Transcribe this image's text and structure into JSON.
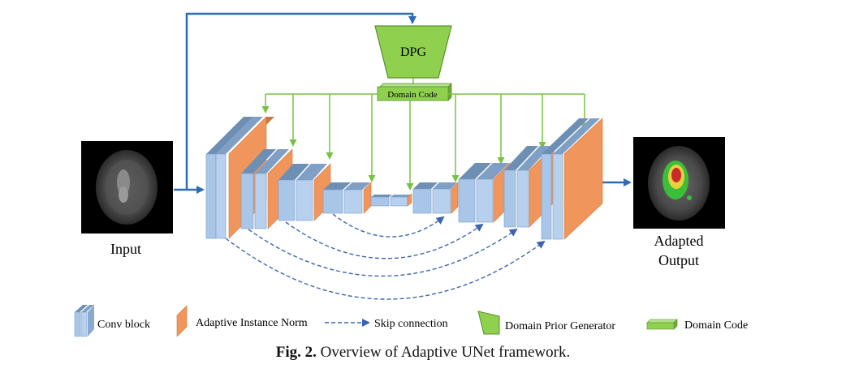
{
  "diagram": {
    "dpg_label": "DPG",
    "domain_code_label": "Domain Code",
    "input_label": "Input",
    "output_label_line1": "Adapted",
    "output_label_line2": "Output"
  },
  "legend": {
    "conv_block": "Conv block",
    "adaptive_norm": "Adaptive Instance Norm",
    "skip": "Skip connection",
    "dpg": "Domain Prior Generator",
    "domain_code": "Domain Code"
  },
  "caption": {
    "label": "Fig. 2.",
    "text": "Overview of Adaptive UNet framework."
  },
  "colors": {
    "conv_front": "#a9c6e8",
    "conv_top": "#6e8fb4",
    "conv_side": "#8aaad0",
    "norm_front": "#f0965c",
    "norm_top": "#c9773f",
    "green": "#7ac043",
    "green_fill": "#8fd14f",
    "arrow_blue": "#2e6db4",
    "skip_blue": "#3b65b0"
  }
}
